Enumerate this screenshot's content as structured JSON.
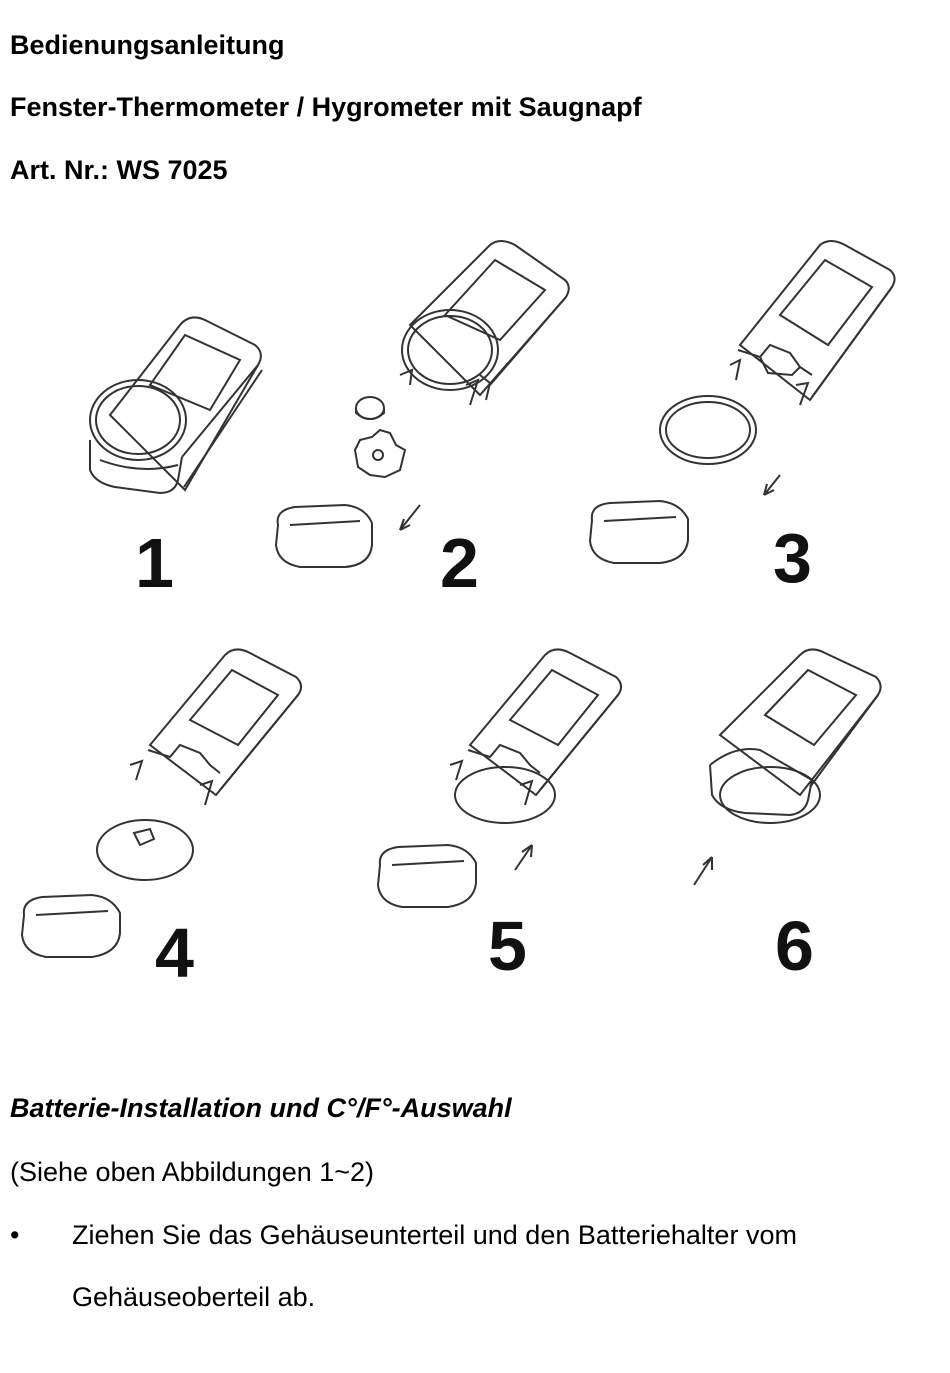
{
  "header": {
    "title": "Bedienungsanleitung",
    "subtitle": "Fenster-Thermometer / Hygrometer mit Saugnapf",
    "article_number": "Art. Nr.: WS 7025"
  },
  "figure": {
    "step_numbers": [
      "1",
      "2",
      "3",
      "4",
      "5",
      "6"
    ]
  },
  "section": {
    "title": "Batterie-Installation und C°/F°-Auswahl",
    "reference": "(Siehe oben Abbildungen 1~2)",
    "bullets": [
      {
        "symbol": "•",
        "text": "Ziehen Sie das Gehäuseunterteil und den Batteriehalter vom Gehäuseoberteil ab."
      }
    ]
  },
  "colors": {
    "line": "#333333",
    "text": "#000000"
  }
}
